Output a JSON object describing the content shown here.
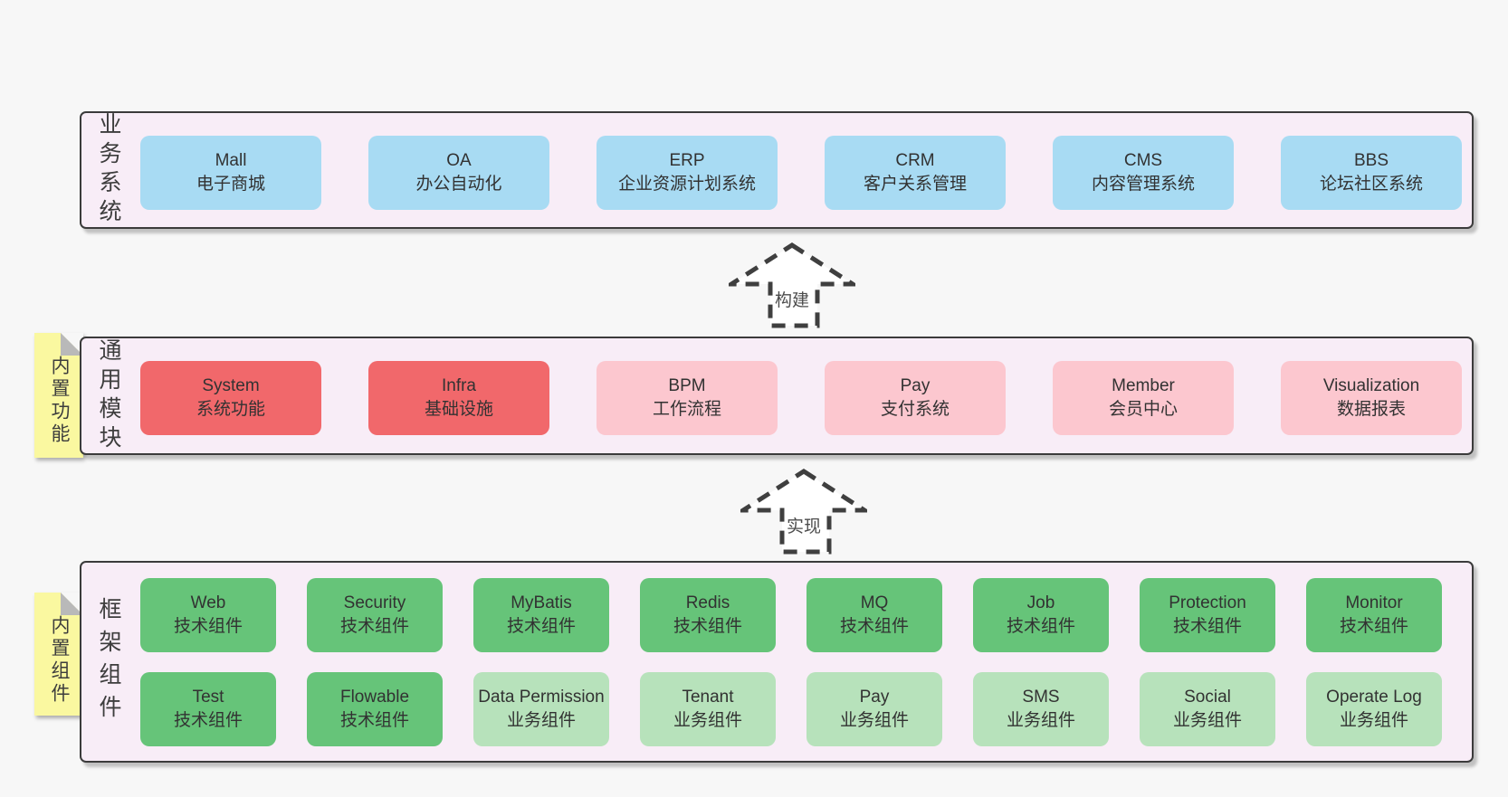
{
  "colors": {
    "page_bg": "#f7f7f7",
    "band_bg": "#f8edf7",
    "band_border": "#3b3b3b",
    "blue_box": "#a8dbf3",
    "red_box": "#f1686b",
    "pink_box": "#fcc7cf",
    "green_box": "#66c479",
    "light_green_box": "#b7e2bb",
    "sticky_yellow": "#faf8a0",
    "sticky_fold": "#b9b9b9"
  },
  "bands": [
    {
      "label": "业务系统",
      "items": [
        {
          "name": "Mall",
          "desc": "电子商城",
          "style": "blue"
        },
        {
          "name": "OA",
          "desc": "办公自动化",
          "style": "blue"
        },
        {
          "name": "ERP",
          "desc": "企业资源计划系统",
          "style": "blue"
        },
        {
          "name": "CRM",
          "desc": "客户关系管理",
          "style": "blue"
        },
        {
          "name": "CMS",
          "desc": "内容管理系统",
          "style": "blue"
        },
        {
          "name": "BBS",
          "desc": "论坛社区系统",
          "style": "blue"
        }
      ]
    },
    {
      "label": "通用模块",
      "sticky": "内置功能",
      "items": [
        {
          "name": "System",
          "desc": "系统功能",
          "style": "red"
        },
        {
          "name": "Infra",
          "desc": "基础设施",
          "style": "red"
        },
        {
          "name": "BPM",
          "desc": "工作流程",
          "style": "pink"
        },
        {
          "name": "Pay",
          "desc": "支付系统",
          "style": "pink"
        },
        {
          "name": "Member",
          "desc": "会员中心",
          "style": "pink"
        },
        {
          "name": "Visualization",
          "desc": "数据报表",
          "style": "pink"
        }
      ]
    },
    {
      "label": "框架组件",
      "sticky": "内置组件",
      "rows": [
        [
          {
            "name": "Web",
            "desc": "技术组件",
            "style": "green"
          },
          {
            "name": "Security",
            "desc": "技术组件",
            "style": "green"
          },
          {
            "name": "MyBatis",
            "desc": "技术组件",
            "style": "green"
          },
          {
            "name": "Redis",
            "desc": "技术组件",
            "style": "green"
          },
          {
            "name": "MQ",
            "desc": "技术组件",
            "style": "green"
          },
          {
            "name": "Job",
            "desc": "技术组件",
            "style": "green"
          },
          {
            "name": "Protection",
            "desc": "技术组件",
            "style": "green"
          },
          {
            "name": "Monitor",
            "desc": "技术组件",
            "style": "green"
          }
        ],
        [
          {
            "name": "Test",
            "desc": "技术组件",
            "style": "green"
          },
          {
            "name": "Flowable",
            "desc": "技术组件",
            "style": "green"
          },
          {
            "name": "Data Permission",
            "desc": "业务组件",
            "style": "light-green"
          },
          {
            "name": "Tenant",
            "desc": "业务组件",
            "style": "light-green"
          },
          {
            "name": "Pay",
            "desc": "业务组件",
            "style": "light-green"
          },
          {
            "name": "SMS",
            "desc": "业务组件",
            "style": "light-green"
          },
          {
            "name": "Social",
            "desc": "业务组件",
            "style": "light-green"
          },
          {
            "name": "Operate Log",
            "desc": "业务组件",
            "style": "light-green"
          }
        ]
      ]
    }
  ],
  "arrows": [
    {
      "label": "构建"
    },
    {
      "label": "实现"
    }
  ]
}
